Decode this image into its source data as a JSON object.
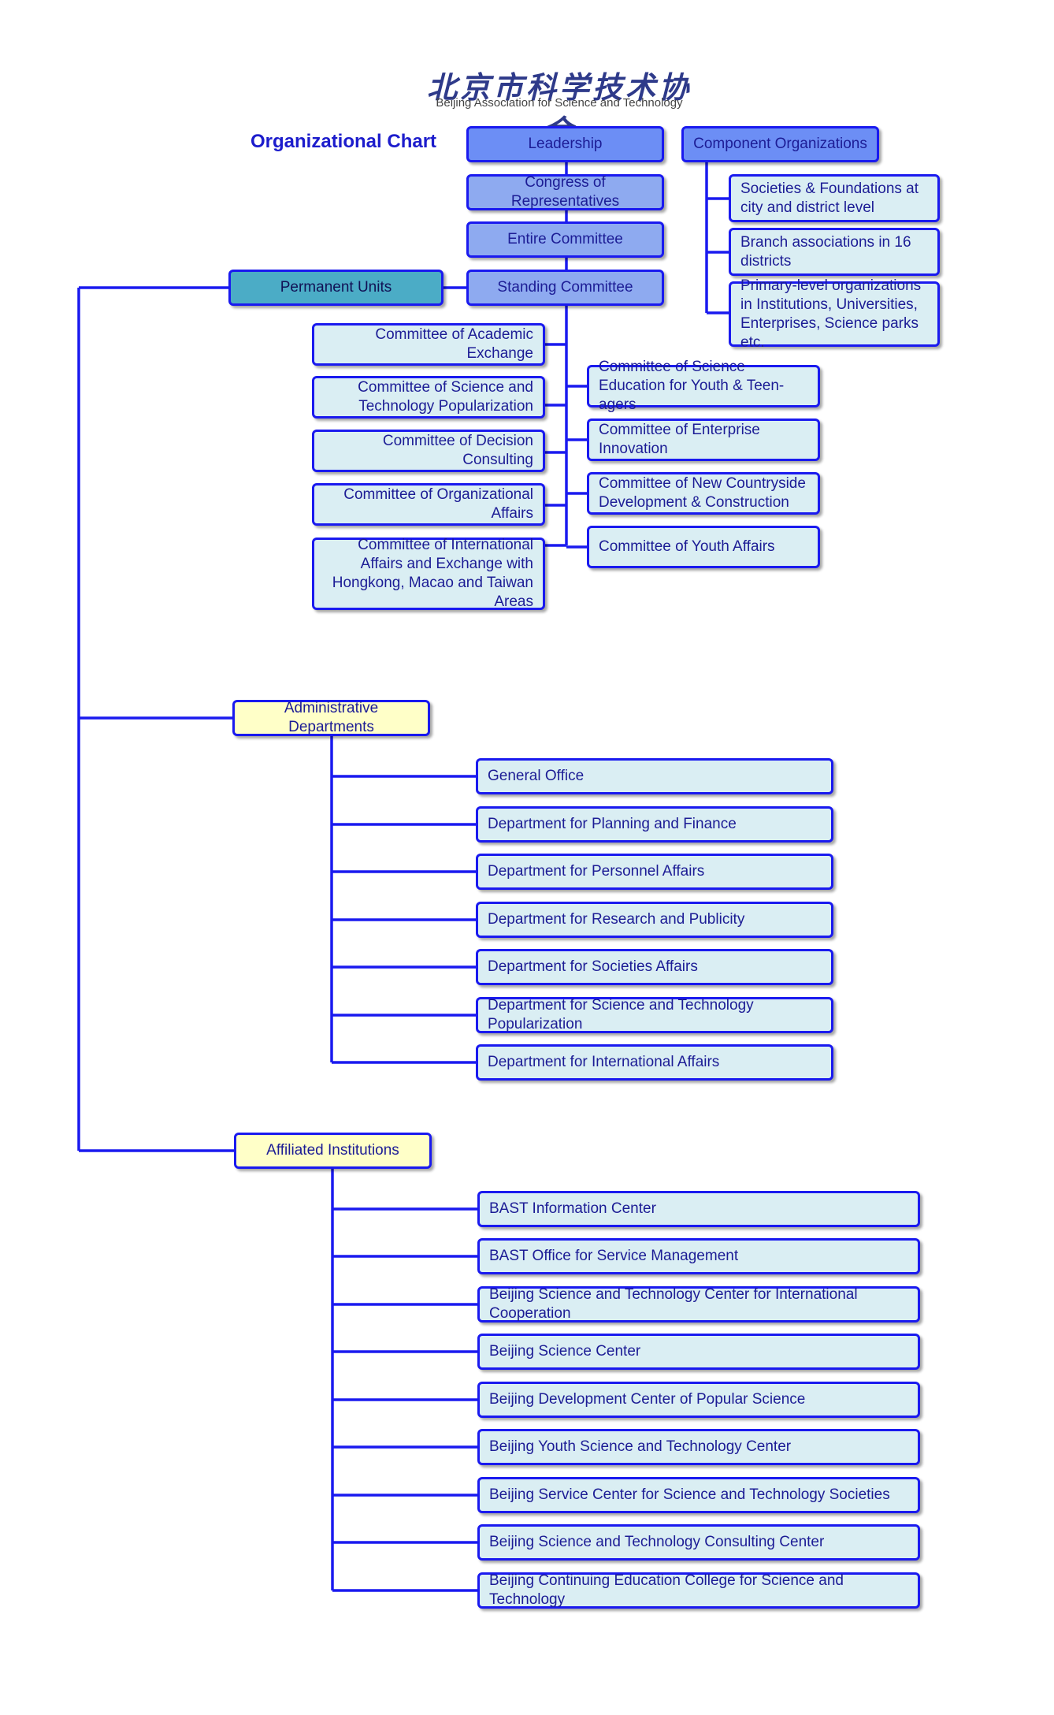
{
  "header": {
    "logo_chinese": "北京市科学技术协会",
    "logo_english": "Beijing Association for Science and Technology",
    "chart_title": "Organizational Chart"
  },
  "colors": {
    "line": "#1a1aef",
    "box_light": "#daeef3",
    "box_blue": "#8eaaf0",
    "box_permanent": "#4bacc6",
    "box_category": "#ffffc8"
  },
  "top": {
    "leadership": "Leadership",
    "congress": "Congress of Representatives",
    "entire_committee": "Entire Committee",
    "standing_committee": "Standing Committee",
    "component_organizations": "Component Organizations",
    "permanent_units": "Permanent Units"
  },
  "component_items": [
    "Societies & Foundations at city and district level",
    "Branch associations in 16 districts",
    "Primary-level organizations in Institutions, Universities, Enterprises, Science parks etc."
  ],
  "committees_left": [
    "Committee of Academic Exchange",
    "Committee of Science and Technology Popularization",
    "Committee of Decision Consulting",
    "Committee of Organizational Affairs",
    "Committee of International Affairs and Exchange with Hongkong, Macao and Taiwan Areas"
  ],
  "committees_right": [
    "Committee of Science Education for Youth & Teen-agers",
    "Committee of Enterprise Innovation",
    "Committee of New Countryside Development & Construction",
    "Committee of Youth Affairs"
  ],
  "administrative": {
    "label": "Administrative Departments",
    "items": [
      "General Office",
      "Department for Planning and Finance",
      "Department for Personnel Affairs",
      "Department for Research and Publicity",
      "Department for Societies Affairs",
      "Department for Science and Technology Popularization",
      "Department for International Affairs"
    ]
  },
  "affiliated": {
    "label": "Affiliated Institutions",
    "items": [
      "BAST Information Center",
      "BAST Office for Service Management",
      "Beijing Science and Technology Center for International Cooperation",
      "Beijing Science Center",
      "Beijing Development Center of Popular Science",
      "Beijing Youth Science and Technology Center",
      "Beijing Service Center for Science and Technology Societies",
      "Beijing Science and Technology Consulting Center",
      "Beijing Continuing Education College for Science and Technology"
    ]
  }
}
